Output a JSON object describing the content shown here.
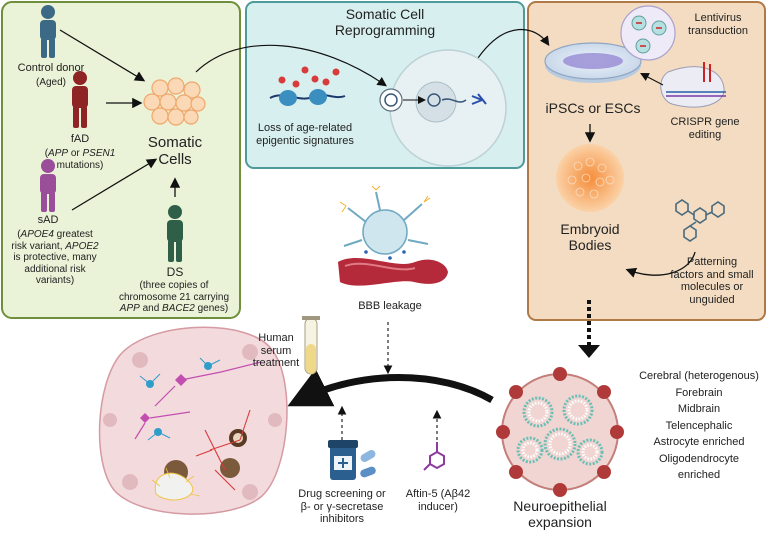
{
  "somatic_panel": {
    "control_donor": "Control donor",
    "control_donor_note": "(Aged)",
    "fad": "fAD",
    "fad_note_1": "APP",
    "fad_note_2": " or ",
    "fad_note_3": "PSEN1",
    "fad_note_4": "mutations)",
    "sad": "sAD",
    "sad_note_1": "APOE4",
    "sad_note_2": " greatest",
    "sad_note_3": "risk variant, ",
    "sad_note_4": "APOE2",
    "sad_note_5": "is protective, many",
    "sad_note_6": "additional risk",
    "sad_note_7": "variants)",
    "somatic_cells": "Somatic",
    "somatic_cells_2": "Cells",
    "ds": "DS",
    "ds_note_1": "(three copies of",
    "ds_note_2": "chromosome 21 carrying",
    "ds_note_3": "APP",
    "ds_note_4": " and ",
    "ds_note_5": "BACE2",
    "ds_note_6": " genes)"
  },
  "reprogramming_panel": {
    "title_1": "Somatic Cell",
    "title_2": "Reprogramming",
    "epigenetic_1": "Loss of age-related",
    "epigenetic_2": "epigentic signatures"
  },
  "stem_panel": {
    "lentivirus_1": "Lentivirus",
    "lentivirus_2": "transduction",
    "ipsc": "iPSCs or ESCs",
    "crispr_1": "CRISPR gene",
    "crispr_2": "editing",
    "eb_1": "Embryoid",
    "eb_2": "Bodies",
    "patterning_1": "Patterning",
    "patterning_2": "factors and small",
    "patterning_3": "molecules or",
    "patterning_4": "unguided"
  },
  "bottom": {
    "bbb": "BBB leakage",
    "serum_1": "Human",
    "serum_2": "serum",
    "serum_3": "treatment",
    "drug_1": "Drug screening or",
    "drug_2": "β- or γ-secretase",
    "drug_3": "inhibitors",
    "aftin_1": "Aftin-5 (Aβ42",
    "aftin_2": "inducer)",
    "neuro_1": "Neuroepithelial",
    "neuro_2": "expansion"
  },
  "organoid_types": [
    "Cerebral (heterogenous)",
    "Forebrain",
    "Midbrain",
    "Telencephalic",
    "Astrocyte enriched",
    "Oligodendrocyte",
    "enriched"
  ],
  "colors": {
    "panel1_fill": "#eaf2d7",
    "panel1_border": "#6f8f3a",
    "panel2_fill": "#d8efef",
    "panel2_border": "#4f9a9a",
    "panel3_fill": "#f3dcc1",
    "panel3_border": "#b07a48",
    "person_blue": "#3c6a86",
    "person_red": "#8e2424",
    "person_purple": "#9a4d99",
    "person_green": "#2f5f48"
  }
}
